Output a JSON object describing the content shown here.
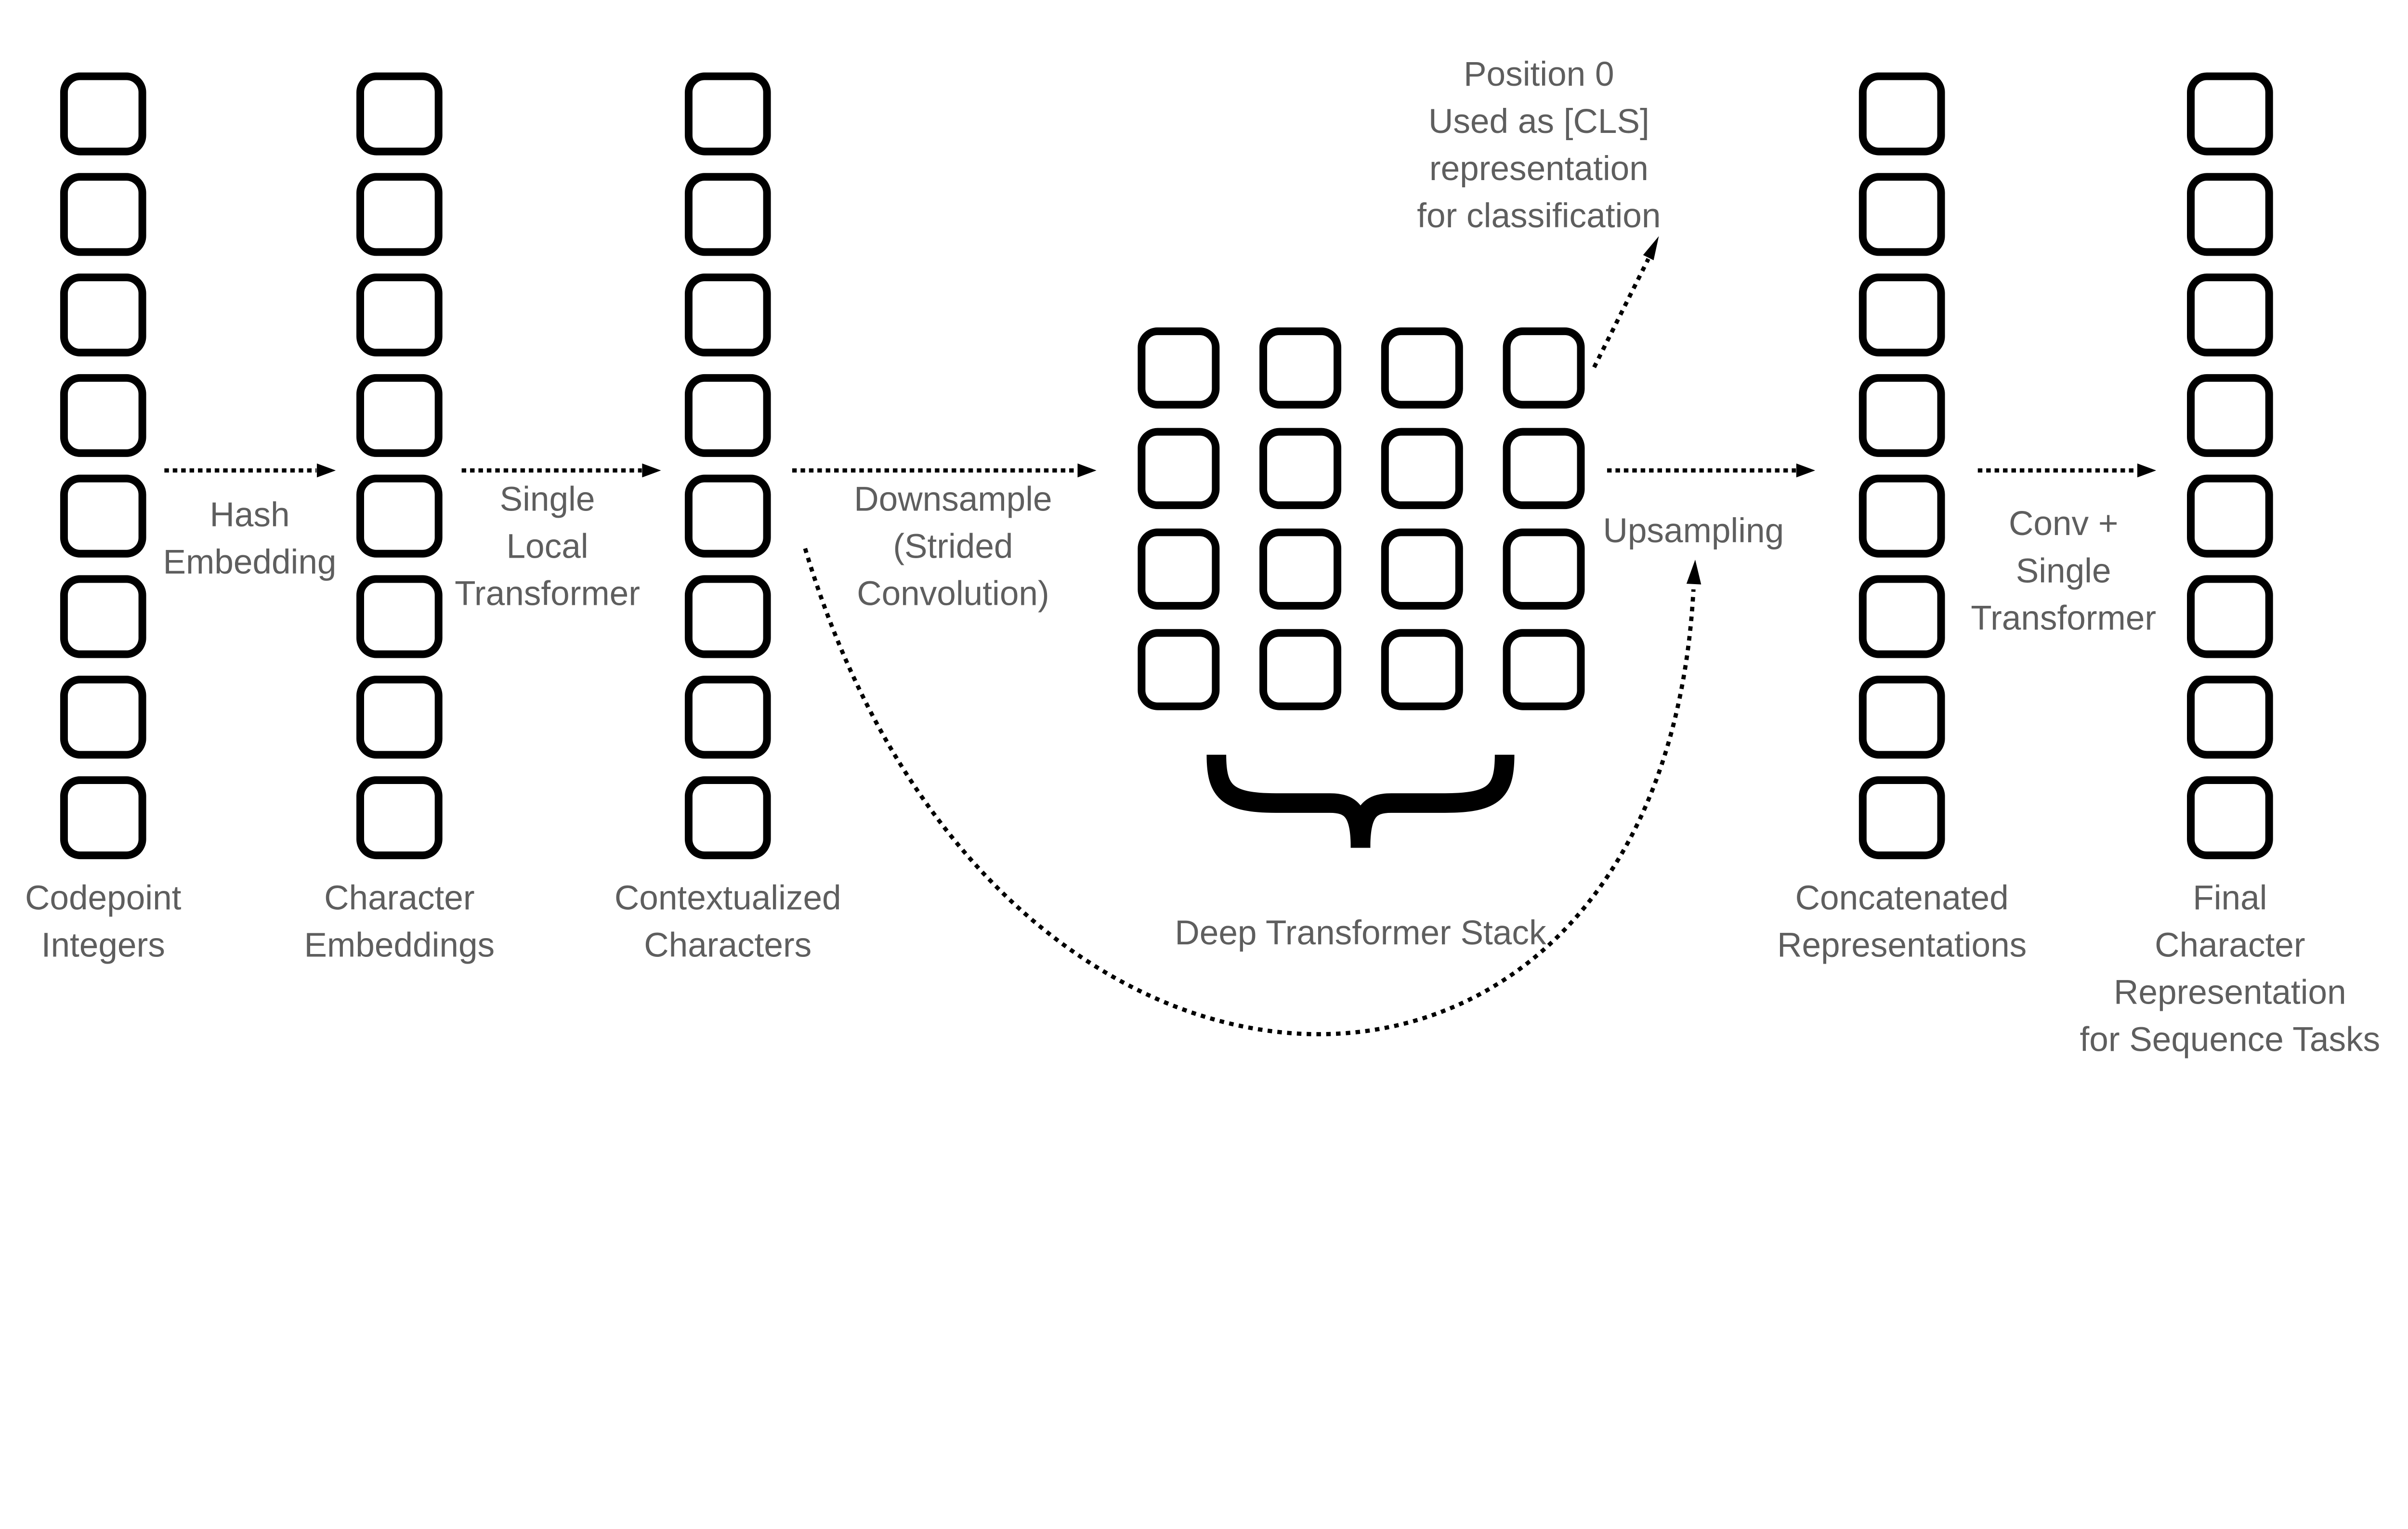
{
  "diagram": {
    "colors": {
      "background": "#ffffff",
      "text": "#5e5e5e",
      "shape": "#000000"
    },
    "labels": {
      "codepoint_integers": {
        "lines": [
          "Codepoint",
          "Integers"
        ]
      },
      "hash_embedding": {
        "lines": [
          "Hash",
          "Embedding"
        ]
      },
      "character_embeddings": {
        "lines": [
          "Character",
          "Embeddings"
        ]
      },
      "single_local_transformer": {
        "lines": [
          "Single",
          "Local",
          "Transformer"
        ]
      },
      "contextualized_characters": {
        "lines": [
          "Contextualized",
          "Characters"
        ]
      },
      "downsample": {
        "lines": [
          "Downsample",
          "(Strided",
          "Convolution)"
        ]
      },
      "position_zero": {
        "lines": [
          "Position 0",
          "Used as [CLS]",
          "representation",
          "for classification"
        ]
      },
      "deep_transformer_stack": {
        "lines": [
          "Deep Transformer Stack"
        ]
      },
      "upsampling": {
        "lines": [
          "Upsampling"
        ]
      },
      "concatenated_representations": {
        "lines": [
          "Concatenated",
          "Representations"
        ]
      },
      "conv_single_transformer": {
        "lines": [
          "Conv +",
          "Single",
          "Transformer"
        ]
      },
      "final_character_representation": {
        "lines": [
          "Final",
          "Character",
          "Representation",
          "for Sequence Tasks"
        ]
      }
    },
    "stacks": {
      "codepoint_integers": 8,
      "character_embeddings": 8,
      "contextualized_characters": 8,
      "downsampled_positions": {
        "rows": 4,
        "cols": 4
      },
      "concatenated_representations": 8,
      "final_character_representations": 8
    }
  }
}
